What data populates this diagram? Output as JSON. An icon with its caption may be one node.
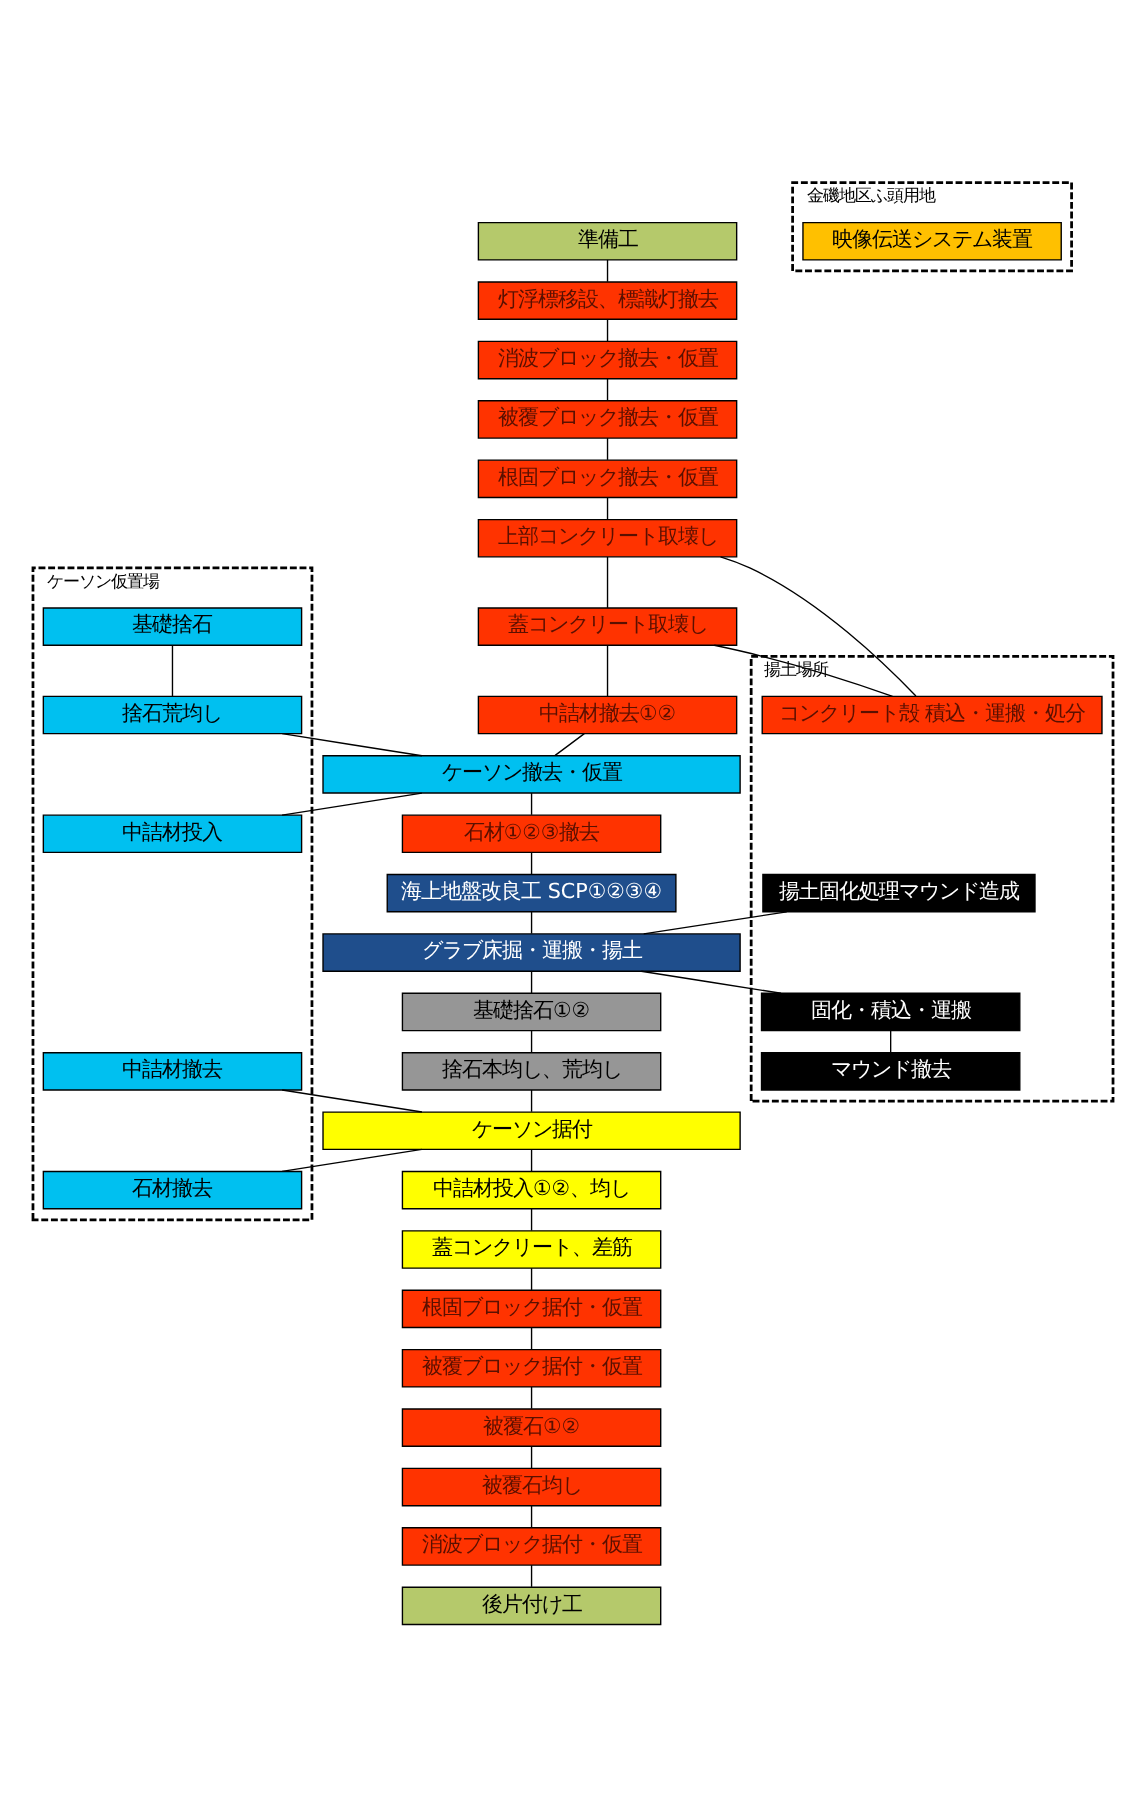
{
  "diagram": {
    "nodes": [
      {
        "text": [
          "金磯地区ふ頭用地"
        ]
      },
      {
        "text": [
          "映像伝送システム装置"
        ],
        "in": 0
      },
      {
        "text": [
          "準備工"
        ]
      },
      {
        "text": [
          "灯浮標移設、標識灯撤去"
        ]
      },
      {
        "text": [
          "消波ブロック撤去・仮置"
        ]
      },
      {
        "text": [
          "被覆ブロック撤去・仮置"
        ]
      },
      {
        "text": [
          "根固ブロック撤去・仮置"
        ]
      },
      {
        "text": [
          "上部コンクリート取壊し"
        ]
      },
      {
        "text": [
          "揚土場所"
        ]
      },
      {
        "text": [
          "ケーソン仮置場"
        ]
      },
      {
        "text": [
          "基礎捨石"
        ],
        "in": 9
      },
      {
        "text": [
          "蓋コンクリート取壊し"
        ]
      },
      {
        "text": [
          "コンクリート殻 積込・運搬・処分"
        ],
        "in": 8
      },
      {
        "text": [
          "捨石荒均し"
        ],
        "in": 9
      },
      {
        "text": [
          "中詰材撤去①②"
        ]
      },
      {
        "text": [
          "ケーソン撤去・仮置"
        ]
      },
      {
        "text": [
          "中詰材投入"
        ],
        "in": 9
      },
      {
        "text": [
          "石材①②③撤去"
        ]
      },
      {
        "text": [
          "海上地盤改良工 SCP①②③④"
        ]
      },
      {
        "text": [
          "揚土固化処理マウンド造成"
        ],
        "in": 8
      },
      {
        "text": [
          "グラブ床掘・運搬・揚土"
        ]
      },
      {
        "text": [
          "基礎捨石①②"
        ]
      },
      {
        "text": [
          "固化・積込・運搬"
        ],
        "in": 8
      },
      {
        "text": [
          "中詰材撤去"
        ],
        "in": 9
      },
      {
        "text": [
          "捨石本均し、荒均し"
        ]
      },
      {
        "text": [
          "マウンド撤去"
        ],
        "in": 8
      },
      {
        "text": [
          "ケーソン据付"
        ]
      },
      {
        "text": [
          "石材撤去"
        ],
        "in": 9
      },
      {
        "text": [
          "中詰材投入①②、均し"
        ]
      },
      {
        "text": [
          "蓋コンクリート、差筋"
        ]
      },
      {
        "text": [
          "根固ブロック据付・仮置"
        ]
      },
      {
        "text": [
          "被覆ブロック据付・仮置"
        ]
      },
      {
        "text": [
          "被覆石①②"
        ]
      },
      {
        "text": [
          "被覆石均し"
        ]
      },
      {
        "text": [
          "消波ブロック据付・仮置"
        ]
      },
      {
        "text": [
          "後片付け工"
        ]
      }
    ],
    "edges": [
      {
        "from": 2,
        "to": 3,
        "arrow": "none"
      },
      {
        "from": 3,
        "to": 4,
        "arrow": "none"
      },
      {
        "from": 4,
        "to": 5,
        "arrow": "none"
      },
      {
        "from": 5,
        "to": 6,
        "arrow": "none"
      },
      {
        "from": 6,
        "to": 7,
        "arrow": "none"
      },
      {
        "from": 7,
        "to": 11,
        "arrow": "none"
      },
      {
        "from": 7,
        "to": 12,
        "arrow": "none"
      },
      {
        "from": 11,
        "to": 12,
        "arrow": "none"
      },
      {
        "from": 11,
        "to": 14,
        "arrow": "none"
      },
      {
        "from": 10,
        "to": 13,
        "arrow": "none"
      },
      {
        "from": 13,
        "to": 15,
        "arrow": "none"
      },
      {
        "from": 14,
        "to": 15,
        "arrow": "none"
      },
      {
        "from": 15,
        "to": 16,
        "arrow": "none"
      },
      {
        "from": 15,
        "to": 17,
        "arrow": "none"
      },
      {
        "from": 17,
        "to": 18,
        "arrow": "none"
      },
      {
        "from": 18,
        "to": 20,
        "arrow": "none"
      },
      {
        "from": 19,
        "to": 20,
        "arrow": "none"
      },
      {
        "from": 20,
        "to": 21,
        "arrow": "none"
      },
      {
        "from": 20,
        "to": 22,
        "arrow": "none"
      },
      {
        "from": 22,
        "to": 25,
        "arrow": "none"
      },
      {
        "from": 21,
        "to": 24,
        "arrow": "none"
      },
      {
        "from": 24,
        "to": 26,
        "arrow": "none"
      },
      {
        "from": 23,
        "to": 26,
        "arrow": "none"
      },
      {
        "from": 26,
        "to": 27,
        "arrow": "none"
      },
      {
        "from": 26,
        "to": 28,
        "arrow": "none"
      },
      {
        "from": 28,
        "to": 29,
        "arrow": "none"
      },
      {
        "from": 29,
        "to": 30,
        "arrow": "none"
      },
      {
        "from": 30,
        "to": 31,
        "arrow": "none"
      },
      {
        "from": 31,
        "to": 32,
        "arrow": "none"
      },
      {
        "from": 32,
        "to": 33,
        "arrow": "none"
      },
      {
        "from": 33,
        "to": 34,
        "arrow": "none"
      },
      {
        "from": 34,
        "to": 35,
        "arrow": "none"
      }
    ]
  }
}
